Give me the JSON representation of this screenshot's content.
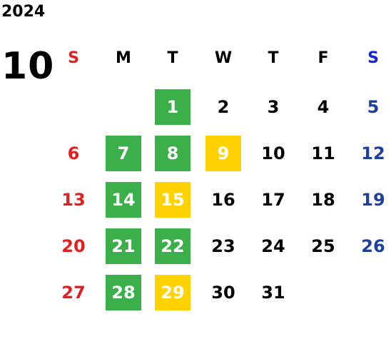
{
  "year": "2024",
  "month": "10",
  "weekdays": [
    {
      "label": "S",
      "color": "#e02020"
    },
    {
      "label": "M",
      "color": "#000000"
    },
    {
      "label": "T",
      "color": "#000000"
    },
    {
      "label": "W",
      "color": "#000000"
    },
    {
      "label": "T",
      "color": "#000000"
    },
    {
      "label": "F",
      "color": "#000000"
    },
    {
      "label": "S",
      "color": "#1226d6"
    }
  ],
  "legend_colors": {
    "green": "#3aaf4a",
    "yellow": "#ffd200",
    "sunday": "#e02020",
    "saturday": "#1e3f9a"
  },
  "weeks": [
    [
      null,
      null,
      {
        "day": "1",
        "highlight": "green"
      },
      {
        "day": "2"
      },
      {
        "day": "3"
      },
      {
        "day": "4"
      },
      {
        "day": "5"
      }
    ],
    [
      {
        "day": "6"
      },
      {
        "day": "7",
        "highlight": "green"
      },
      {
        "day": "8",
        "highlight": "green"
      },
      {
        "day": "9",
        "highlight": "yellow"
      },
      {
        "day": "10"
      },
      {
        "day": "11"
      },
      {
        "day": "12"
      }
    ],
    [
      {
        "day": "13"
      },
      {
        "day": "14",
        "highlight": "green"
      },
      {
        "day": "15",
        "highlight": "yellow"
      },
      {
        "day": "16"
      },
      {
        "day": "17"
      },
      {
        "day": "18"
      },
      {
        "day": "19"
      }
    ],
    [
      {
        "day": "20"
      },
      {
        "day": "21",
        "highlight": "green"
      },
      {
        "day": "22",
        "highlight": "green"
      },
      {
        "day": "23"
      },
      {
        "day": "24"
      },
      {
        "day": "25"
      },
      {
        "day": "26"
      }
    ],
    [
      {
        "day": "27"
      },
      {
        "day": "28",
        "highlight": "green"
      },
      {
        "day": "29",
        "highlight": "yellow"
      },
      {
        "day": "30"
      },
      {
        "day": "31"
      },
      null,
      null
    ]
  ]
}
